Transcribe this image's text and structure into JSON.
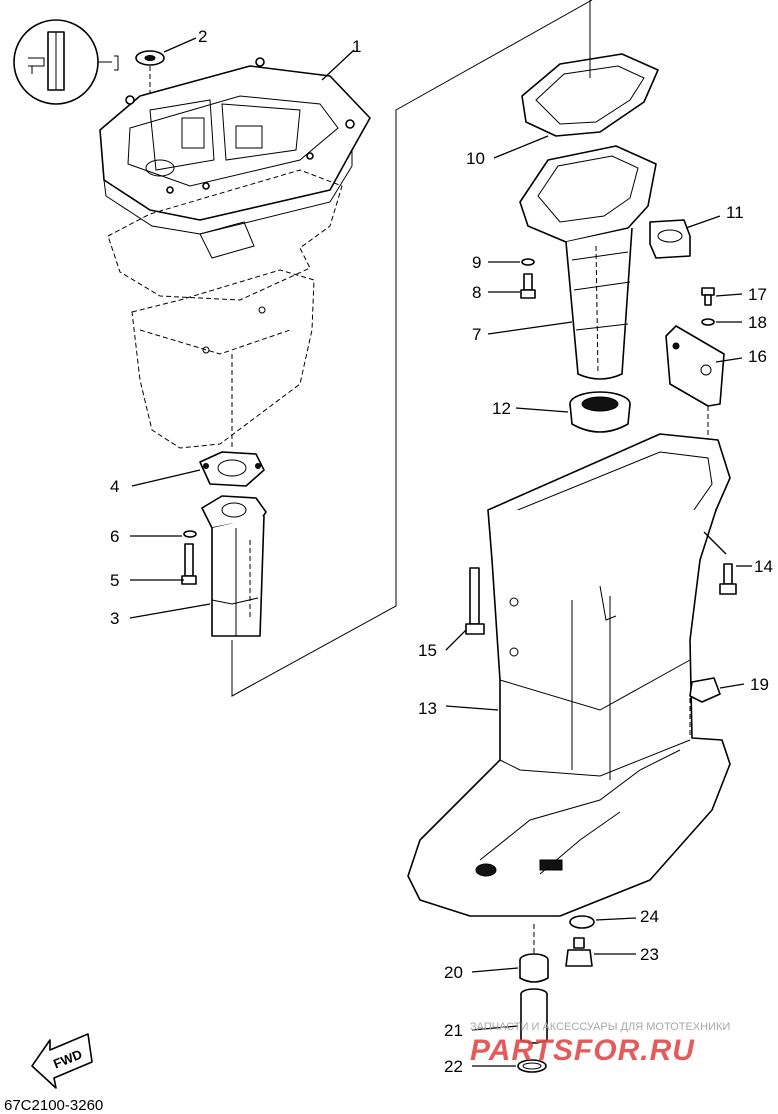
{
  "diagram": {
    "code": "67C2100-3260",
    "fwd_label": "FWD",
    "watermark": {
      "line1": "ЗАПЧАСТИ И АКСЕССУАРЫ ДЛЯ МОТОТЕХНИКИ",
      "line2": "PARTSFOR.RU"
    },
    "callouts": [
      "1",
      "2",
      "3",
      "4",
      "5",
      "6",
      "7",
      "8",
      "9",
      "10",
      "11",
      "12",
      "13",
      "14",
      "15",
      "16",
      "17",
      "18",
      "19",
      "20",
      "21",
      "22",
      "23",
      "24"
    ]
  }
}
